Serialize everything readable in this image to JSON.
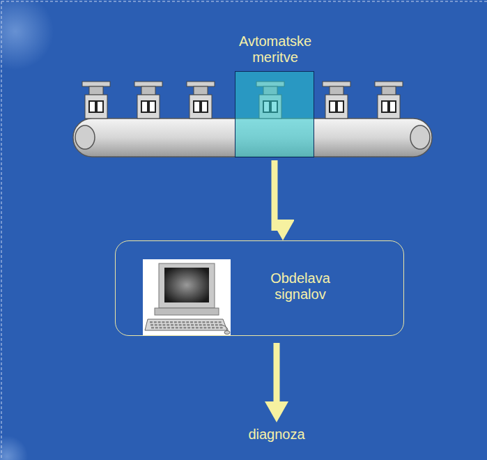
{
  "diagram": {
    "nodes": [
      {
        "text": [
          "Avtomatske meritve"
        ]
      },
      {
        "text": [
          "Obdelava signalov"
        ]
      }
    ],
    "edges": [
      {
        "from": 0,
        "to": 1,
        "arrow": "to"
      }
    ],
    "labels": [
      "diagnoza"
    ]
  }
}
